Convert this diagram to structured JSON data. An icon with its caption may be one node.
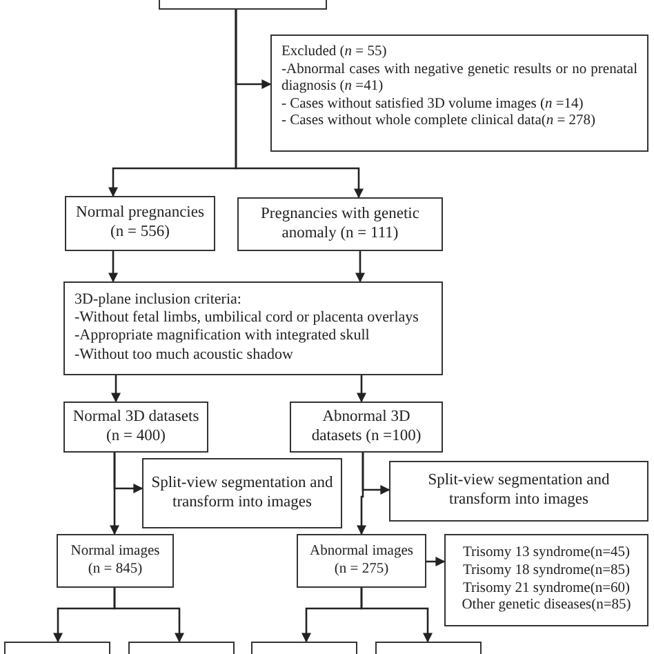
{
  "diagram": {
    "nodes": [
      {
        "text": [],
        "shape": "box"
      },
      {
        "text": [
          "Excluded (*n* = 55)",
          "-Abnormal cases with negative genetic results or no prenatal diagnosis (*n* =41)",
          "- Cases without satisfied 3D volume images (*n* =14)",
          "- Cases without whole complete clinical data(*n* = 278)"
        ]
      },
      {
        "text": [
          "Normal pregnancies (n = 556)"
        ]
      },
      {
        "text": [
          "Pregnancies with genetic anomaly (n = 111)"
        ]
      },
      {
        "text": [
          "3D-plane inclusion criteria:",
          "-Without fetal limbs, umbilical cord or placenta overlays",
          "-Appropriate magnification with integrated skull",
          "-Without too much acoustic shadow"
        ]
      },
      {
        "text": [
          "Normal 3D datasets (n = 400)"
        ]
      },
      {
        "text": [
          "Abnormal 3D datasets (n =100)"
        ]
      },
      {
        "text": [
          "Split-view segmentation and transform into images"
        ]
      },
      {
        "text": [
          "Split-view segmentation and transform into images"
        ]
      },
      {
        "text": [
          "Normal images (n = 845)"
        ]
      },
      {
        "text": [
          "Abnormal images (n = 275)"
        ]
      },
      {
        "text": [
          "Trisomy 13 syndrome(n=45)",
          "Trisomy 18 syndrome(n=85)",
          "Trisomy 21 syndrome(n=60)",
          "Other genetic diseases(n=85)"
        ]
      },
      {
        "text": [],
        "shape": "box"
      },
      {
        "text": [],
        "shape": "box"
      },
      {
        "text": [],
        "shape": "box"
      },
      {
        "text": [],
        "shape": "box"
      }
    ],
    "edges": [
      {
        "from": 0,
        "to": 1,
        "arrow": "to"
      },
      {
        "from": 0,
        "to": 2,
        "arrow": "to"
      },
      {
        "from": 0,
        "to": 3,
        "arrow": "to"
      },
      {
        "from": 2,
        "to": 4,
        "arrow": "to"
      },
      {
        "from": 3,
        "to": 4,
        "arrow": "to"
      },
      {
        "from": 4,
        "to": 5,
        "arrow": "to"
      },
      {
        "from": 4,
        "to": 6,
        "arrow": "to"
      },
      {
        "from": 5,
        "to": 7,
        "arrow": "to"
      },
      {
        "from": 5,
        "to": 9,
        "arrow": "to"
      },
      {
        "from": 6,
        "to": 8,
        "arrow": "to"
      },
      {
        "from": 6,
        "to": 10,
        "arrow": "to"
      },
      {
        "from": 10,
        "to": 11,
        "arrow": "to"
      },
      {
        "from": 9,
        "to": 12,
        "arrow": "to"
      },
      {
        "from": 9,
        "to": 13,
        "arrow": "to"
      },
      {
        "from": 10,
        "to": 14,
        "arrow": "to"
      },
      {
        "from": 10,
        "to": 15,
        "arrow": "to"
      }
    ]
  }
}
